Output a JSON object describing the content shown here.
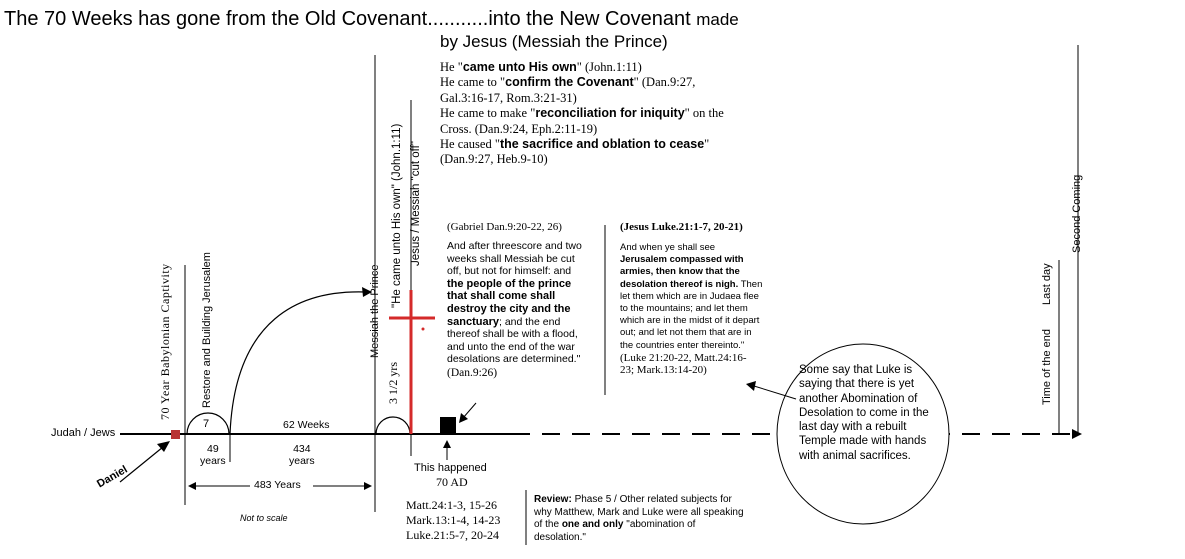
{
  "title": {
    "part1": "The 70 Weeks has gone from the Old Covenant",
    "part2": "...........into the New Covenant",
    "part3": "made",
    "part4": "by Jesus (Messiah the Prince)"
  },
  "intro_lines": [
    {
      "pre": "He \"",
      "bold": "came unto His own",
      "post": "\" (John.1:11)"
    },
    {
      "pre": "He came to \"",
      "bold": "confirm the Covenant",
      "post": "\" (Dan.9:27,"
    },
    {
      "pre": "Gal.3:16-17, Rom.3:21-31)",
      "bold": "",
      "post": ""
    },
    {
      "pre": "He came to make \"",
      "bold": "reconciliation for iniquity",
      "post": "\" on the"
    },
    {
      "pre": "Cross. (Dan.9:24, Eph.2:11-19)",
      "bold": "",
      "post": ""
    },
    {
      "pre": "He caused \"",
      "bold": "the sacrifice and oblation to cease",
      "post": "\""
    },
    {
      "pre": "(Dan.9:27, Heb.9-10)",
      "bold": "",
      "post": ""
    }
  ],
  "vertical_labels": {
    "captivity": "70 Year Babylonian Captivity",
    "restore": "Restore and Building Jerusalem",
    "messiah_prince": "Messiah the Prince",
    "half_week": "3 1/2 yrs",
    "came_unto": "\"He came unto His own\" (John.1:11)",
    "cut_off": "Jesus / Messiah \"cut off\"",
    "time_of_end": "Time of the end",
    "last_day": "Last day",
    "second_coming": "Second Coming"
  },
  "timeline": {
    "judah": "Judah / Jews",
    "daniel": "Daniel",
    "seven": "7",
    "years_49": "49",
    "years_49_unit": "years",
    "weeks_62": "62 Weeks",
    "years_434": "434",
    "years_434_unit": "years",
    "span_483": "483 Years",
    "not_to_scale": "Not to scale",
    "happened": "This happened",
    "happened_year": "70 AD"
  },
  "gabriel": {
    "heading": "(Gabriel Dan.9:20-22, 26)",
    "lines": [
      {
        "t": "And after threescore and two",
        "b": false
      },
      {
        "t": "weeks shall Messiah be cut",
        "b": false
      },
      {
        "t": "off, but not for himself: and",
        "b": false
      },
      {
        "t": "the people of the prince",
        "b": true
      },
      {
        "t": "that shall come shall",
        "b": true
      },
      {
        "t": "destroy the city and the",
        "b": true
      }
    ],
    "l7_bold": "sanctuary",
    "l7_rest": "; and the end",
    "lines_after": [
      "thereof shall be with a flood,",
      "and unto the end of the war",
      "desolations are determined.\""
    ],
    "ref": "(Dan.9:26)"
  },
  "jesus": {
    "heading": "(Jesus Luke.21:1-7, 20-21)",
    "lines": [
      {
        "t": "And when ye shall see",
        "b": false
      },
      {
        "t": "Jerusalem compassed with",
        "b": true
      },
      {
        "t": "armies, then know that the",
        "b": true
      }
    ],
    "l4_bold": "desolation thereof is nigh.",
    "l4_rest": " Then",
    "lines_after": [
      "let them which are in Judaea flee",
      "to the mountains; and let them",
      "which are in the midst of it depart",
      "out; and let not them that are in",
      "the countries enter thereinto.\""
    ],
    "refs": [
      "(Luke 21:20-22, Matt.24:16-",
      "23; Mark.13:14-20)"
    ]
  },
  "circle_note": [
    "Some say that Luke is",
    "saying that there is yet",
    "another Abomination of",
    "Desolation to come in the",
    "last day with a rebuilt",
    "Temple made with hands",
    "with animal sacrifices."
  ],
  "refs_bottom": [
    "Matt.24:1-3, 15-26",
    "Mark.13:1-4, 14-23",
    "Luke.21:5-7, 20-24"
  ],
  "review": {
    "label": "Review:",
    "l1": " Phase 5 / Other related subjects for",
    "l2": "why Matthew, Mark and Luke were all speaking",
    "l3_pre": "of the ",
    "l3_bold": "one and only",
    "l3_post": " \"abomination of",
    "l4": "desolation.\""
  },
  "colors": {
    "cross": "#d42a2a",
    "marker_red": "#b83232",
    "ink": "#000000"
  }
}
